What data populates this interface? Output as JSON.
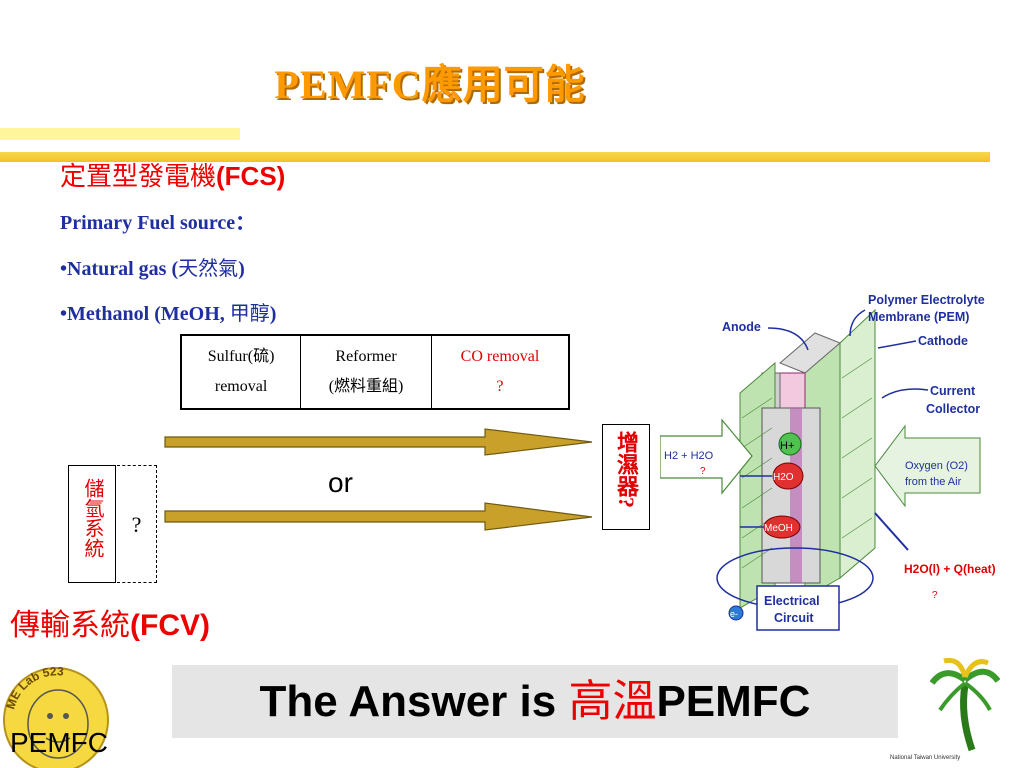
{
  "slide": {
    "title": "PEMFC應用可能",
    "fcs_heading_cjk": "定置型發電機",
    "fcs_heading_code": "(FCS)",
    "fuel_source_label": "Primary Fuel source：",
    "fuel_1_en": "•Natural gas (",
    "fuel_1_cjk": "天然氣",
    "fuel_1_end": ")",
    "fuel_2_en": "•Methanol (MeOH, ",
    "fuel_2_cjk": "甲醇",
    "fuel_2_end": ")"
  },
  "process_table": {
    "col1_line1": "Sulfur(硫)",
    "col1_line2": "removal",
    "col2_line1": "Reformer",
    "col2_line2": "(燃料重組)",
    "col3_line1": "CO removal",
    "col3_line2": "?"
  },
  "humidifier": {
    "label": "增濕器?"
  },
  "storage": {
    "label": "儲氫系統",
    "question": "?"
  },
  "or_label": "or",
  "fcv_heading_cjk": "傳輸系統",
  "fcv_heading_code": "(FCV)",
  "answer": {
    "prefix": "The Answer is ",
    "highlight": "高溫",
    "suffix": "PEMFC"
  },
  "logo": {
    "ring_text": "ME Lab 523",
    "tag": "PEMFC"
  },
  "university_caption": "National Taiwan University",
  "fuel_cell_diagram": {
    "pem_label_1": "Polymer Electrolyte",
    "pem_label_2": "Membrane (PEM)",
    "anode": "Anode",
    "cathode": "Cathode",
    "collector_1": "Current",
    "collector_2": "Collector",
    "h2_input": "H2 + H2O",
    "h2_input_q": "?",
    "oxygen_1": "Oxygen (O2)",
    "oxygen_2": "from the Air",
    "h_plus": "H+",
    "h2o_ion": "H2O",
    "meoh_ion": "MeOH",
    "product": "H2O(l) + Q(heat)",
    "product_q": "?",
    "circuit_1": "Electrical",
    "circuit_2": "Circuit",
    "electron": "e-"
  },
  "colors": {
    "title": "#ff9900",
    "red": "#ee0000",
    "blue": "#1f2fa0",
    "arrow": "#c9a12a"
  }
}
